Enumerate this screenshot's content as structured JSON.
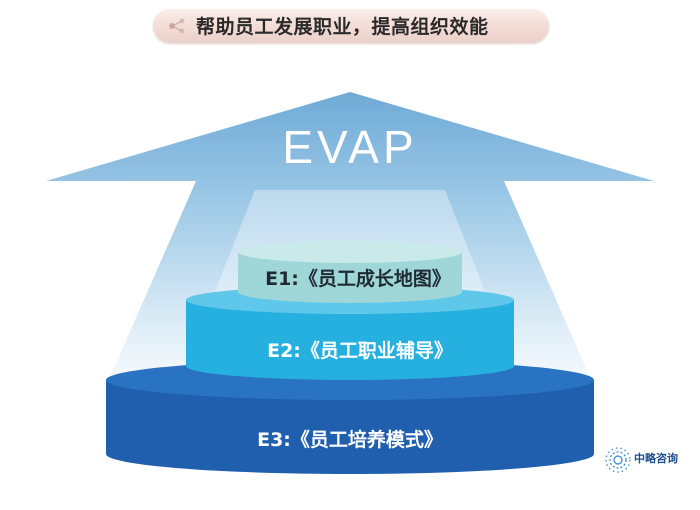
{
  "banner": {
    "title": "帮助员工发展职业，提高组织效能"
  },
  "arrow": {
    "text": "EVAP"
  },
  "tiers": [
    {
      "label": "E1:《员工成长地图》",
      "color": "#9fd6d8"
    },
    {
      "label": "E2:《员工职业辅导》",
      "color": "#29b2e0"
    },
    {
      "label": "E3:《员工培养模式》",
      "color": "#1f5fae"
    }
  ],
  "logo": {
    "name": "中略咨询"
  },
  "colors": {
    "arrow_top": "#7fb6dc",
    "arrow_bottom": "#ffffff"
  }
}
